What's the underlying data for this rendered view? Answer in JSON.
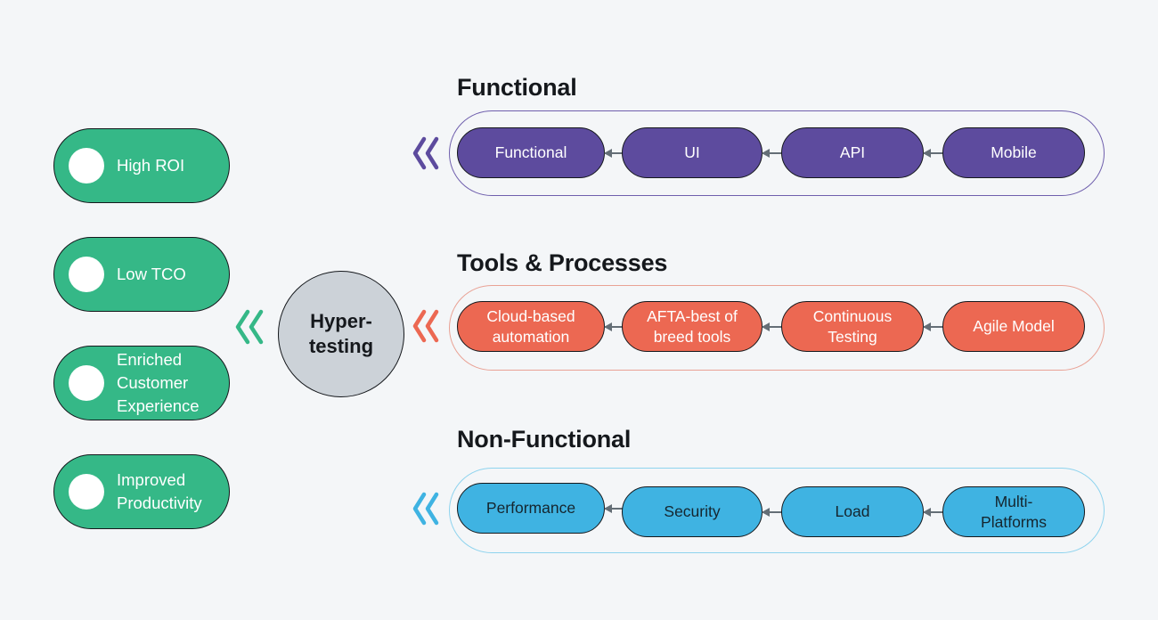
{
  "page": {
    "background_color": "#f4f6f8"
  },
  "hub": {
    "label": "Hyper-\ntesting",
    "fill_color": "#ccd2d8",
    "text_color": "#15181c"
  },
  "benefits": {
    "fill_color": "#35b887",
    "text_color": "#ffffff",
    "bullet_icon": "white-circle-icon",
    "items": [
      {
        "label": "High ROI"
      },
      {
        "label": "Low TCO"
      },
      {
        "label": "Enriched\nCustomer\nExperience"
      },
      {
        "label": "Improved\nProductivity"
      }
    ]
  },
  "chevrons": {
    "glyph": "double-chevron-left-icon",
    "hub_inbound": {
      "color": "#35b887"
    },
    "functional": {
      "color": "#5d4b9e"
    },
    "tools": {
      "color": "#ec6852"
    },
    "nonfunctional": {
      "color": "#3fb3e2"
    }
  },
  "sections": [
    {
      "title": "Functional",
      "accent_color": "#5d4b9e",
      "border_color": "#6f5fad",
      "text_color": "#ffffff",
      "nodes": [
        {
          "label": "Functional"
        },
        {
          "label": "UI"
        },
        {
          "label": "API"
        },
        {
          "label": "Mobile"
        }
      ]
    },
    {
      "title": "Tools & Processes",
      "accent_color": "#ec6852",
      "border_color": "#e9a295",
      "text_color": "#ffffff",
      "nodes": [
        {
          "label": "Cloud-based\nautomation"
        },
        {
          "label": "AFTA-best of\nbreed tools"
        },
        {
          "label": "Continuous\nTesting"
        },
        {
          "label": "Agile Model"
        }
      ]
    },
    {
      "title": "Non-Functional",
      "accent_color": "#3fb3e2",
      "border_color": "#8ed3ee",
      "text_color": "#15262f",
      "nodes": [
        {
          "label": "Performance"
        },
        {
          "label": "Security"
        },
        {
          "label": "Load"
        },
        {
          "label": "Multi-\nPlatforms"
        }
      ]
    }
  ],
  "connector": {
    "color": "#646e76",
    "direction": "right-to-left"
  }
}
